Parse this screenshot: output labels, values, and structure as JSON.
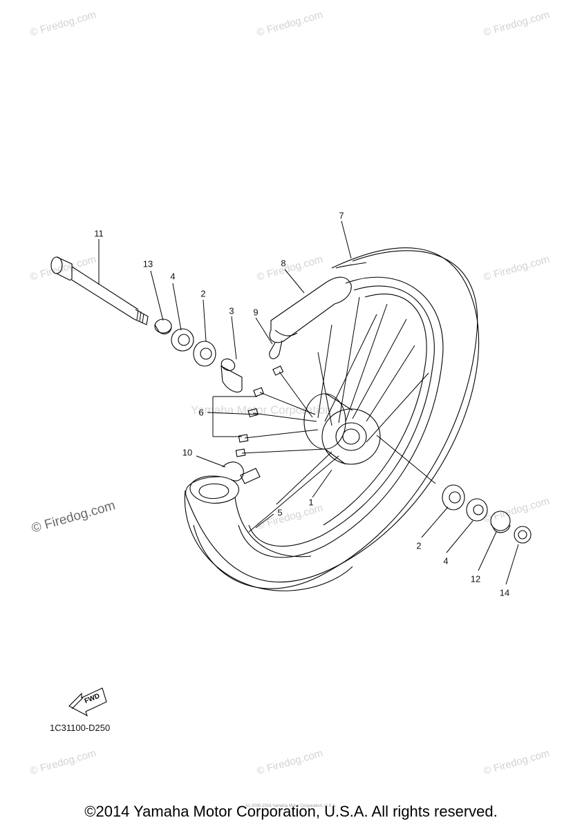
{
  "watermarks": {
    "text": "© Firedog.com",
    "center_text": "Yamaha Motor Corporation"
  },
  "callouts": {
    "c1": "1",
    "c2a": "2",
    "c2b": "2",
    "c3": "3",
    "c4a": "4",
    "c4b": "4",
    "c5": "5",
    "c6": "6",
    "c7": "7",
    "c8": "8",
    "c9": "9",
    "c10": "10",
    "c11": "11",
    "c12": "12",
    "c13": "13",
    "c14": "14"
  },
  "fwd_label": "FWD",
  "diagram_code": "1C31100-D250",
  "copyright": "©2014 Yamaha Motor Corporation, U.S.A. All rights reserved.",
  "tiny_credit": "(c) 2000-2016 Yamaha Motor Corporation, U.S.A."
}
